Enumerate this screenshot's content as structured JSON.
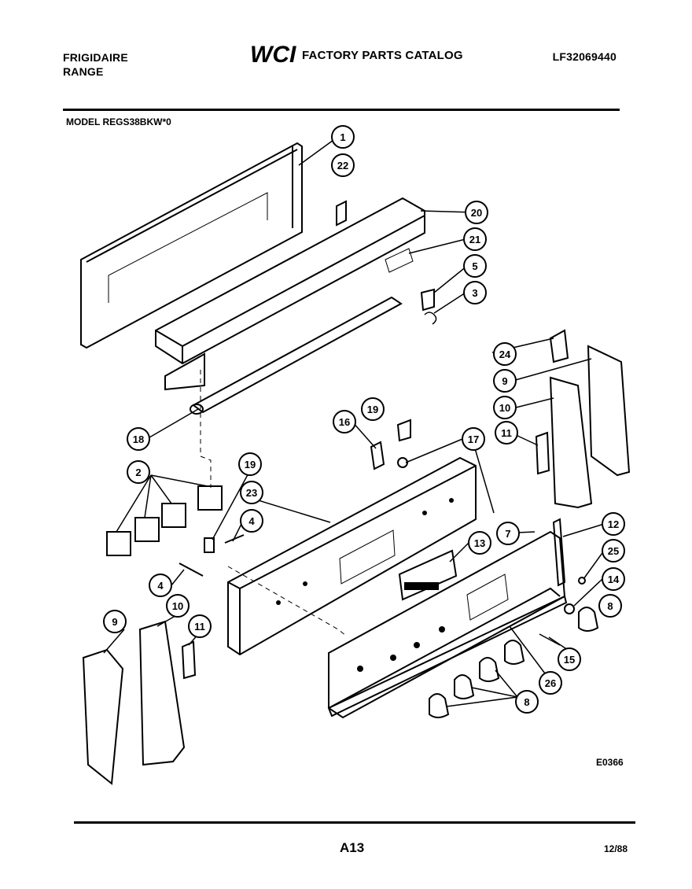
{
  "header": {
    "brand_line1": "FRIGIDAIRE",
    "brand_line2": "RANGE",
    "logo_text": "WCI",
    "catalog_title": "FACTORY PARTS CATALOG",
    "catalog_number": "LF32069440"
  },
  "model": "MODEL REGS38BKW*0",
  "diagram": {
    "code": "E0366",
    "callouts": [
      "1",
      "22",
      "20",
      "21",
      "5",
      "3",
      "18",
      "24",
      "9",
      "10",
      "11",
      "16",
      "19",
      "17",
      "2",
      "19",
      "23",
      "4",
      "4",
      "13",
      "7",
      "12",
      "25",
      "14",
      "8",
      "15",
      "26",
      "8",
      "9",
      "10",
      "11"
    ]
  },
  "footer": {
    "page": "A13",
    "date": "12/88"
  }
}
